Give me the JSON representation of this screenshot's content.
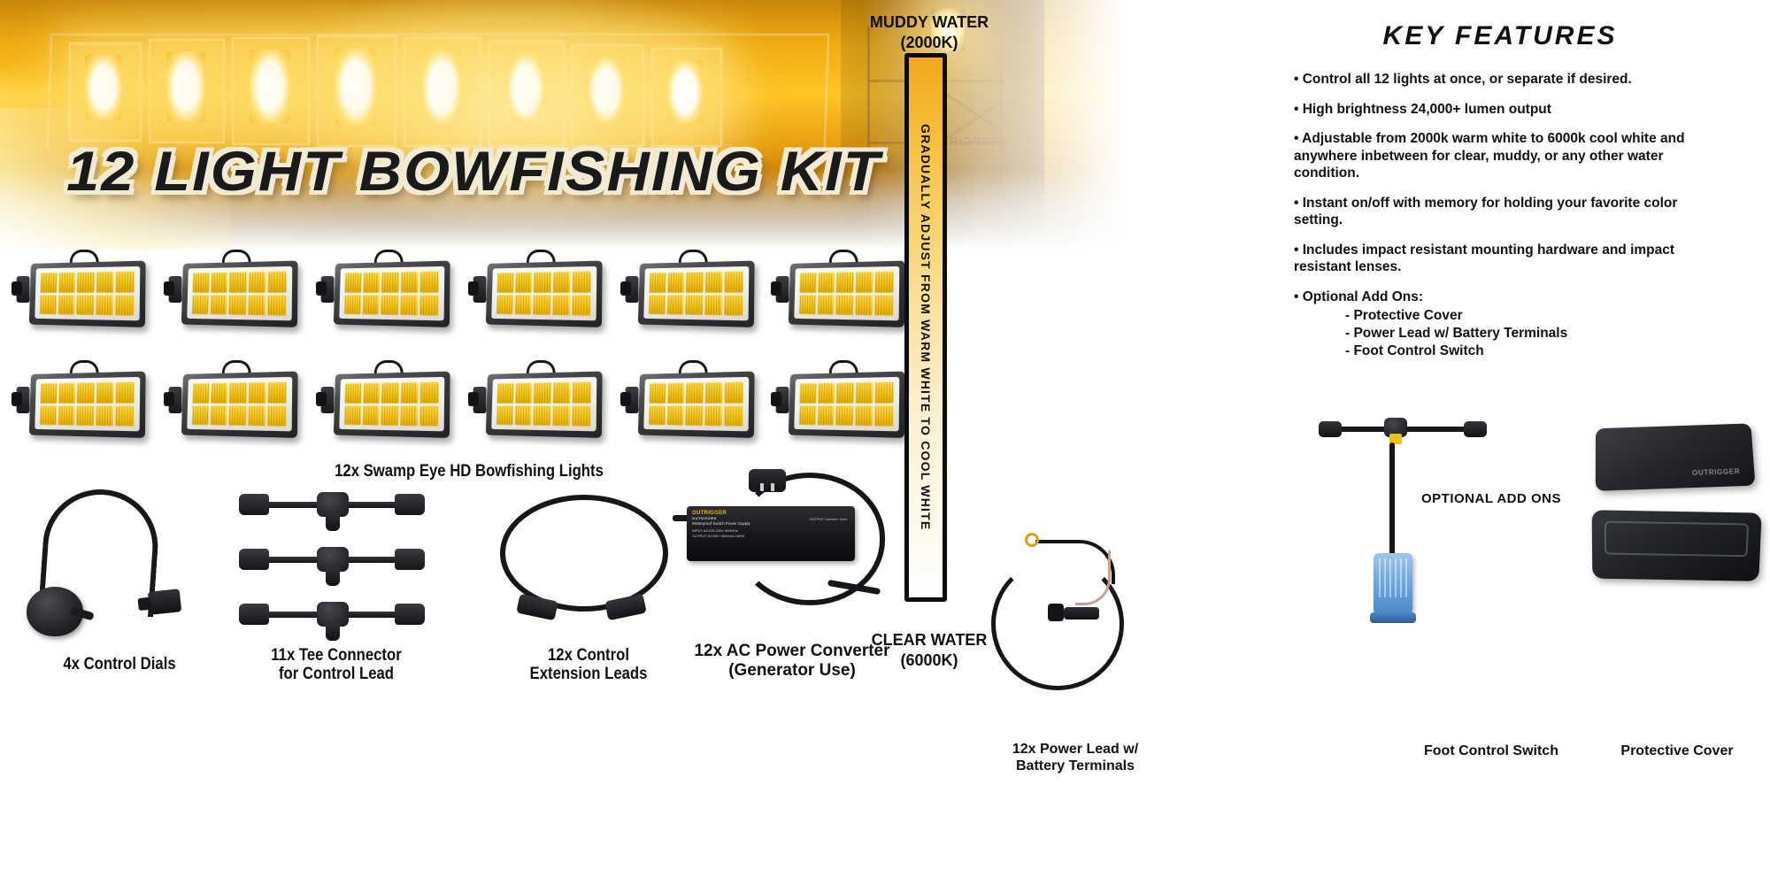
{
  "hero": {
    "title": "12 LIGHT BOWFISHING KIT",
    "watermark": "OUTRIGGER"
  },
  "temperature_scale": {
    "top_label_line1": "MUDDY WATER",
    "top_label_line2": "(2000K)",
    "bar_label": "GRADUALLY ADJUST FROM WARM WHITE TO COOL WHITE",
    "bottom_label_line1": "CLEAR WATER",
    "bottom_label_line2": "(6000K)",
    "warm_color": "#f2a81d",
    "cool_color": "#ffffff"
  },
  "key_features": {
    "title": "KEY FEATURES",
    "items": [
      "• Control all 12 lights at once, or separate if desired.",
      "• High brightness 24,000+ lumen output",
      "• Adjustable from 2000k warm white to 6000k cool white and anywhere inbetween for clear, muddy, or any other water condition.",
      "• Instant on/off with memory for holding your favorite color setting.",
      "• Includes impact resistant mounting hardware and impact resistant lenses.",
      "• Optional Add Ons:"
    ],
    "addon_sub_items": [
      "- Protective Cover",
      "- Power Lead w/ Battery Terminals",
      "- Foot Control Switch"
    ]
  },
  "components": {
    "lights_caption": "12x Swamp Eye HD Bowfishing Lights",
    "dials_caption": "4x Control Dials",
    "tee_caption_line1": "11x Tee Connector",
    "tee_caption_line2": "for Control Lead",
    "extension_caption_line1": "12x Control",
    "extension_caption_line2": "Extension Leads",
    "converter_caption_line1": "12x AC Power Converter",
    "converter_caption_line2": "(Generator Use)"
  },
  "converter_label": {
    "brand": "OUTRIGGER",
    "brand_sub": "OUTDOORS",
    "title": "Waterproof Switch Power Supply",
    "input_label": "INPUT",
    "input_value": "AC100-240V 50/60Hz",
    "output_label": "OUTPUT",
    "output_value": "DC36V~4000mA 180W",
    "side_lines": "OUTPUT\nCurrent+\nVdc+"
  },
  "optional_addons": {
    "title": "OPTIONAL ADD ONS",
    "power_lead_caption_line1": "12x Power Lead w/",
    "power_lead_caption_line2": "Battery Terminals",
    "foot_switch_caption": "Foot Control Switch",
    "cover_caption": "Protective Cover",
    "cover_brand": "OUTRIGGER"
  },
  "light_fixture": {
    "count": 12,
    "led_rows": 2,
    "led_cols": 5
  }
}
